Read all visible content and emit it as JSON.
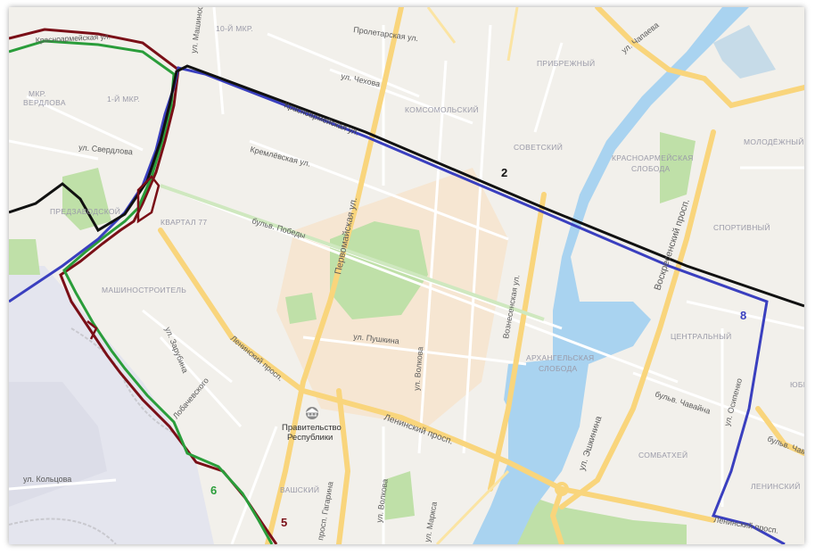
{
  "streets": {
    "proletarskaya": "Пролетарская ул.",
    "chekhova": "ул. Чехова",
    "chapaeva": "ул. Чапаева",
    "mashinostroiteley": "ул. Машиностр",
    "krasnoarmeyskaya_left": "Красноармейская ул.",
    "krasnoarmeyskaya_right": "Красноармейская ул.",
    "sverdlova": "ул. Свердлова",
    "kremlevskaya": "Кремлёвская ул.",
    "pobedy": "бульв. Победы",
    "pervomayskaya": "Первомайская ул.",
    "voznesenskaya": "Вознесенская ул.",
    "voskresenskiy": "Воскресенский просп.",
    "pushkina": "ул. Пушкина",
    "volkova_mid": "ул. Волкова",
    "zarubina": "ул. Зарубина",
    "leninskiy_upper": "Ленинский просп.",
    "leninskiy_main": "Ленинский просп.",
    "lobachevskogo": "Лобачевского",
    "eshkinina": "ул. Эшкинина",
    "chavaina": "бульв. Чавайна",
    "chavaina_right": "бульв. Чава",
    "osipenko": "ул. Осипенко",
    "koltsova": "ул. Кольцова",
    "gagarina": "просп. Гагарина",
    "volkova_low": "ул. Волкова",
    "marksa": "ул. Маркса",
    "leninskiy_bottom": "Ленинский просп.",
    "top_left_street": "Красноармейская ул."
  },
  "districts": {
    "d10": "10-Й МКР.",
    "pribrezhny": "ПРИБРЕЖНЫЙ",
    "komsomolskiy": "КОМСОМОЛЬСКИЙ",
    "sovetskiy": "СОВЕТСКИЙ",
    "molodezhny": "МОЛОДЁЖНЫЙ",
    "mkr_sverdlova_1": "МКР.",
    "mkr_sverdlova_2": "ВЕРДЛОВА",
    "d1": "1-Й МКР.",
    "krasnoarmeyskaya_sloboda_1": "КРАСНОАРМЕЙСКАЯ",
    "krasnoarmeyskaya_sloboda_2": "СЛОБОДА",
    "predzavodskoy": "ПРЕДЗАВОДСКОЙ",
    "kvartal77": "КВАРТАЛ 77",
    "sportivny": "СПОРТИВНЫЙ",
    "mashinostroitel": "МАШИНОСТРОИТЕЛЬ",
    "tsentralny": "ЦЕНТРАЛЬНЫЙ",
    "arkhangelskaya_1": "АРХАНГЕЛЬСКАЯ",
    "arkhangelskaya_2": "СЛОБОДА",
    "yubileyny": "ЮБИ",
    "sombatkhey": "СОМБАТХЕЙ",
    "vashskiy": "ВАШСКИЙ",
    "leninskiy_district": "ЛЕНИНСКИЙ"
  },
  "poi": {
    "government_line1": "Правительство",
    "government_line2": "Республики",
    "government_icon": "government-building-icon"
  },
  "routes": [
    {
      "number": "2",
      "color": "#000000"
    },
    {
      "number": "8",
      "color": "#3a3fbf"
    },
    {
      "number": "6",
      "color": "#2a9d3a"
    },
    {
      "number": "5",
      "color": "#7a0f17"
    }
  ],
  "colors": {
    "water": "#a9d3f0",
    "park": "#bfe0a8",
    "main_road": "#f9d57c",
    "minor_road": "#ffffff",
    "land": "#f2f0eb",
    "industrial": "#e3e4ee"
  }
}
